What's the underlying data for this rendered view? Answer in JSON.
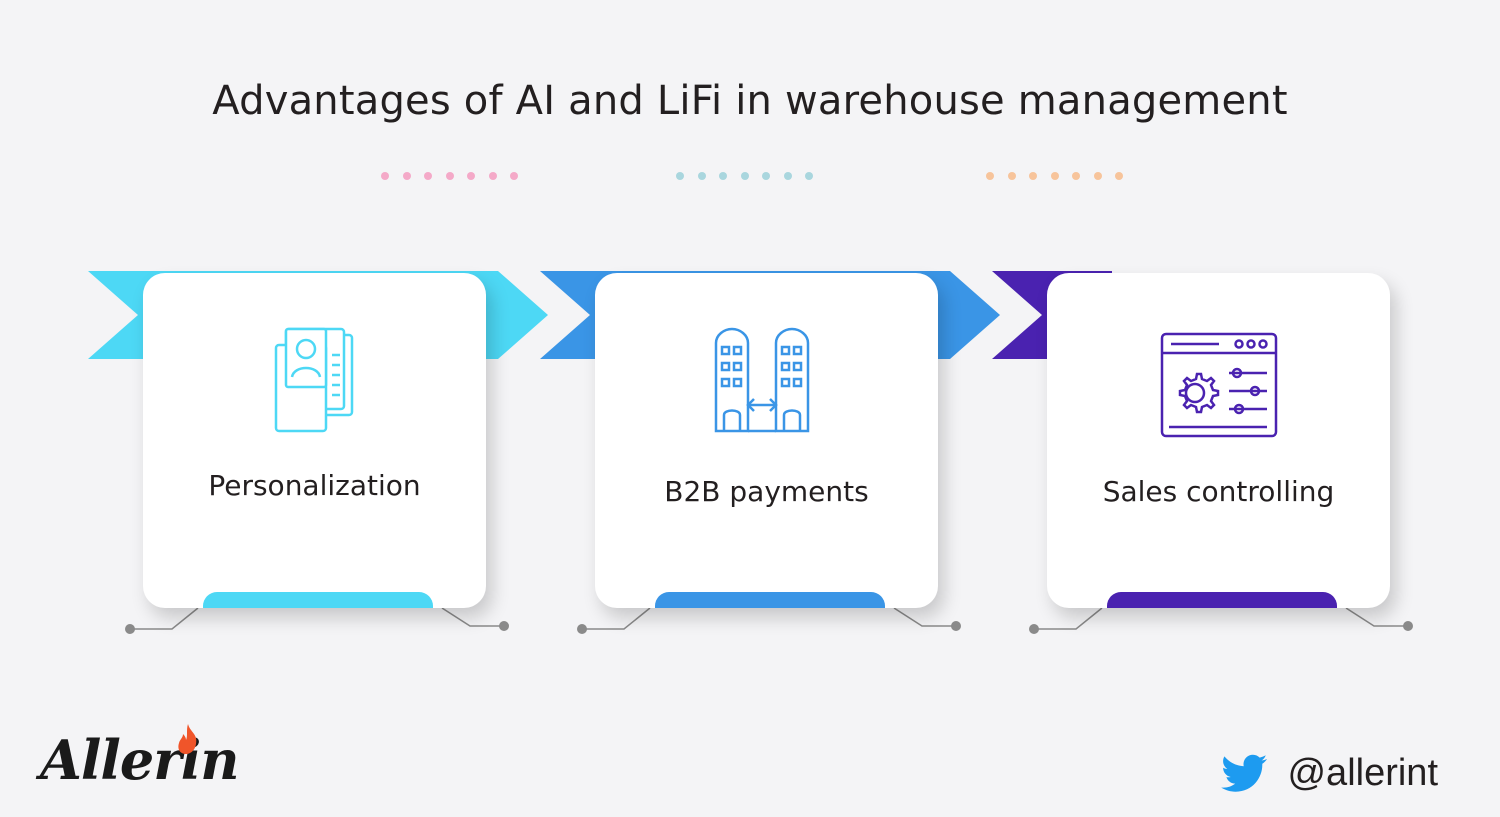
{
  "title": "Advantages of AI and LiFi in warehouse management",
  "dot_groups": [
    {
      "color": "#f4a9c8",
      "count": 7
    },
    {
      "color": "#a9d6de",
      "count": 7
    },
    {
      "color": "#f7c49b",
      "count": 7
    }
  ],
  "cards": [
    {
      "label": "Personalization",
      "color": "#4dd8f5",
      "icon": "profile-document-icon"
    },
    {
      "label": "B2B payments",
      "color": "#3a95e6",
      "icon": "buildings-transfer-icon"
    },
    {
      "label": "Sales controlling",
      "color": "#4a22b0",
      "icon": "settings-dashboard-icon"
    }
  ],
  "brand": {
    "name": "Allerin",
    "flame_color": "#f0552a"
  },
  "social": {
    "handle": "@allerint",
    "icon": "twitter-icon",
    "color": "#1d9bf0"
  }
}
